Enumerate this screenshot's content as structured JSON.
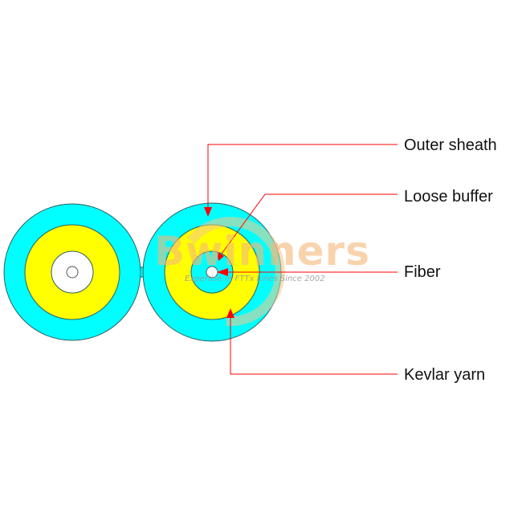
{
  "labels": {
    "outer_sheath": "Outer sheath",
    "loose_buffer": "Loose buffer",
    "fiber": "Fiber",
    "kevlar_yarn": "Kevlar yarn"
  },
  "watermark": {
    "brand": "Bwinners",
    "tagline": "Expertise In FTTx Lines Since 2002"
  },
  "colors": {
    "sheath": "#00ffff",
    "kevlar": "#ffff00",
    "leader": "#ff0000",
    "outline": "#336666"
  }
}
